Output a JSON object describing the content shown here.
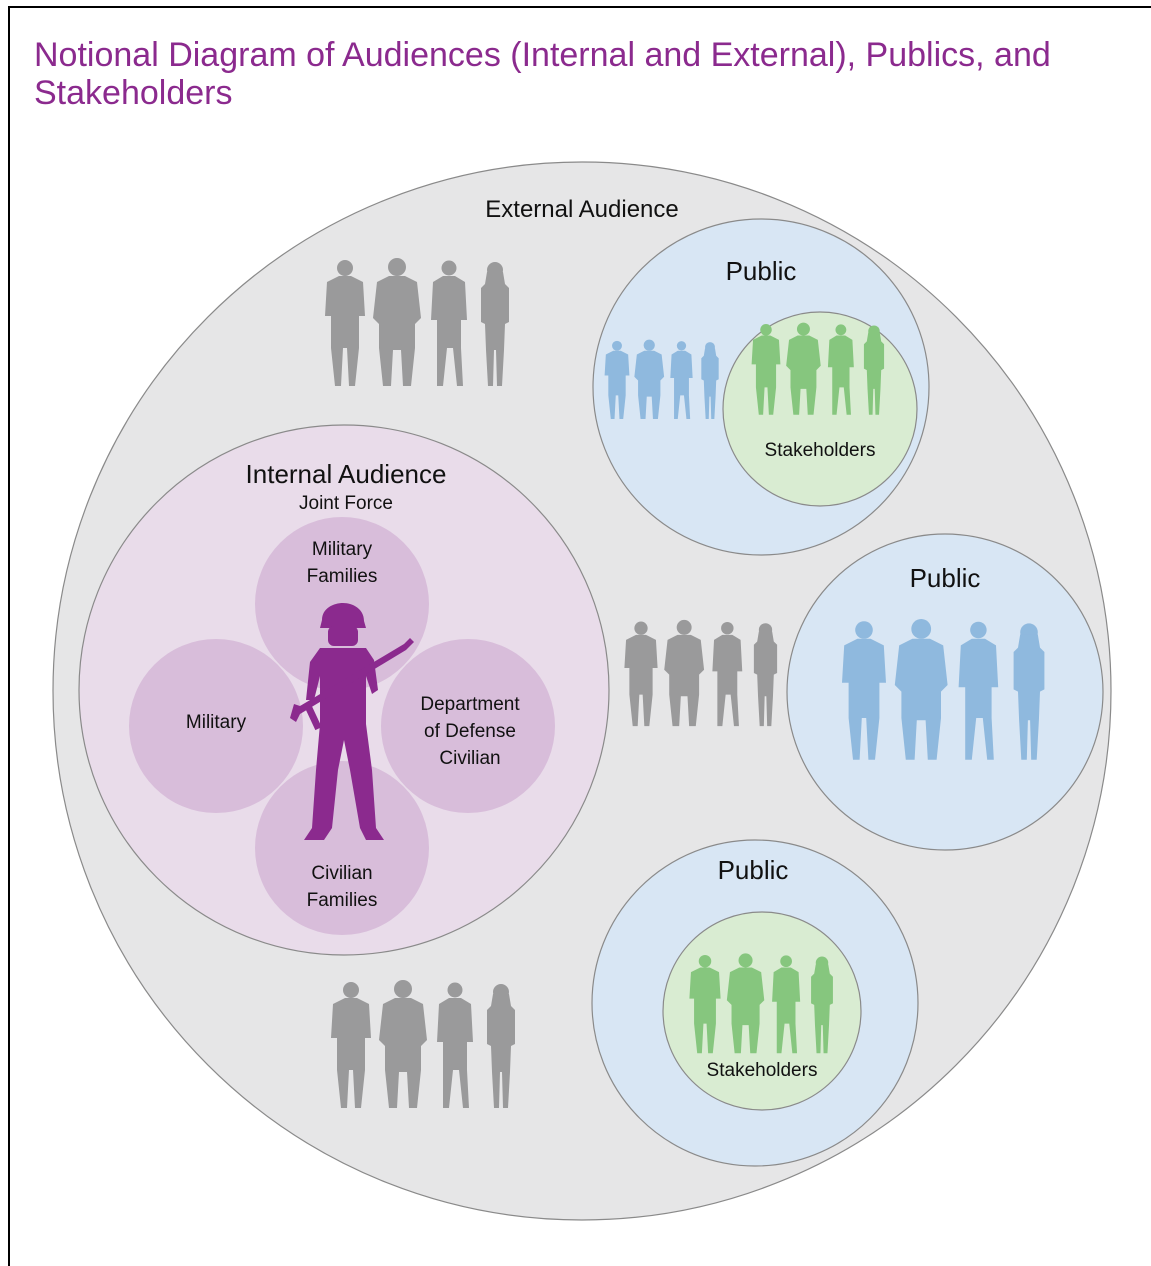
{
  "title": "Notional Diagram of Audiences (Internal and External), Publics, and Stakeholders",
  "labels": {
    "external_audience": "External Audience",
    "public_top": "Public",
    "public_middle": "Public",
    "public_bottom": "Public",
    "stakeholders_top": "Stakeholders",
    "stakeholders_bottom": "Stakeholders",
    "internal_audience": "Internal Audience",
    "joint_force": "Joint Force",
    "military_families": [
      "Military",
      "Families"
    ],
    "military": "Military",
    "dod_civilian": [
      "Department",
      "of Defense",
      "Civilian"
    ],
    "civilian_families": [
      "Civilian",
      "Families"
    ]
  },
  "colors": {
    "title": "#8b2a8e",
    "external_fill": "#e6e6e7",
    "public_fill": "#d8e6f4",
    "stakeholder_fill": "#d9ecd2",
    "internal_fill": "#e9dcea",
    "internal_sub_fill": "#d8bdda",
    "person_gray": "#9a9a9b",
    "person_blue": "#8fb9de",
    "person_green": "#86c67e",
    "soldier_purple": "#8b2a8e"
  },
  "icons": {
    "people": "people-group-icon",
    "soldier": "soldier-icon"
  }
}
